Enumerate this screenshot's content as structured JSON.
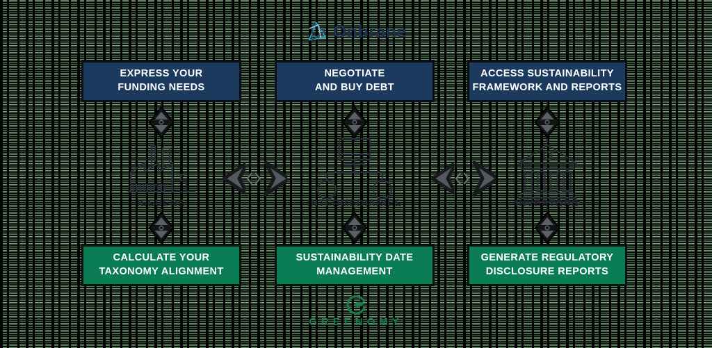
{
  "header": {
    "brand": "Onbrane",
    "logo_icon": "onbrane-knot-icon"
  },
  "columns": [
    {
      "top_box": {
        "line1": "EXPRESS YOUR",
        "line2": "FUNDING NEEDS"
      },
      "actor": "ISSUERS",
      "actor_icon": "factory-icon",
      "bottom_box": {
        "line1": "CALCULATE YOUR",
        "line2": "TAXONOMY ALIGNMENT"
      }
    },
    {
      "top_box": {
        "line1": "NEGOTIATE",
        "line2": "AND BUY DEBT"
      },
      "actor": "INTERMEDIARIES",
      "actor_icon": "network-nodes-icon",
      "bottom_box": {
        "line1": "SUSTAINABILITY DATE",
        "line2": "MANAGEMENT"
      }
    },
    {
      "top_box": {
        "line1": "ACCESS SUSTAINABILITY",
        "line2": "FRAMEWORK AND REPORTS"
      },
      "actor": "INVESTORS",
      "actor_icon": "bank-icon",
      "bottom_box": {
        "line1": "GENERATE REGULATORY",
        "line2": "DISCLOSURE REPORTS"
      }
    }
  ],
  "connectors": {
    "vertical_icon": "double-arrow-diamond-icon",
    "horizontal_icon": "left-right-chevrons-icon"
  },
  "footer": {
    "brand": "GREENOMY",
    "logo_icon": "greenomy-leaf-icon"
  },
  "colors": {
    "top_box_bg": "#1c3a5e",
    "bottom_box_bg": "#0a7d55",
    "brand_navy": "#1e3150",
    "brand_green": "#1b7a50",
    "icon_stroke": "#2b2d38",
    "arrow_fill": "#55595d",
    "background_line_green": "#7ba17c"
  }
}
